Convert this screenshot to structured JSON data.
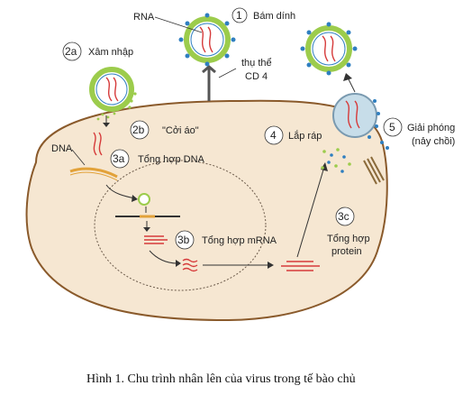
{
  "labels": {
    "rna": "RNA",
    "dna": "DNA",
    "receptor_line1": "thụ thể",
    "receptor_line2": "CD 4"
  },
  "steps": [
    {
      "num": "1",
      "label": "Bám dính"
    },
    {
      "num": "2a",
      "label": "Xâm nhập"
    },
    {
      "num": "2b",
      "label": "\"Cởi áo\""
    },
    {
      "num": "3a",
      "label": "Tổng hợp DNA"
    },
    {
      "num": "3b",
      "label": "Tổng hợp mRNA"
    },
    {
      "num": "3c",
      "label_line1": "Tổng hợp",
      "label_line2": "protein"
    },
    {
      "num": "4",
      "label": "Lắp ráp"
    },
    {
      "num": "5",
      "label_line1": "Giải phóng",
      "label_line2": "(nảy chồi)"
    }
  ],
  "caption": "Hình 1. Chu trình nhân lên của virus trong tế bào chủ",
  "colors": {
    "cell_fill": "#f6e7d2",
    "cell_stroke": "#8a5a2b",
    "envelope": "#9ccc4c",
    "capsid": "#7a6a9a",
    "rna": "#d63a3a",
    "dna": "#e2a23a",
    "spike": "#2f7fc0",
    "bud_fill": "#c7dde9"
  }
}
